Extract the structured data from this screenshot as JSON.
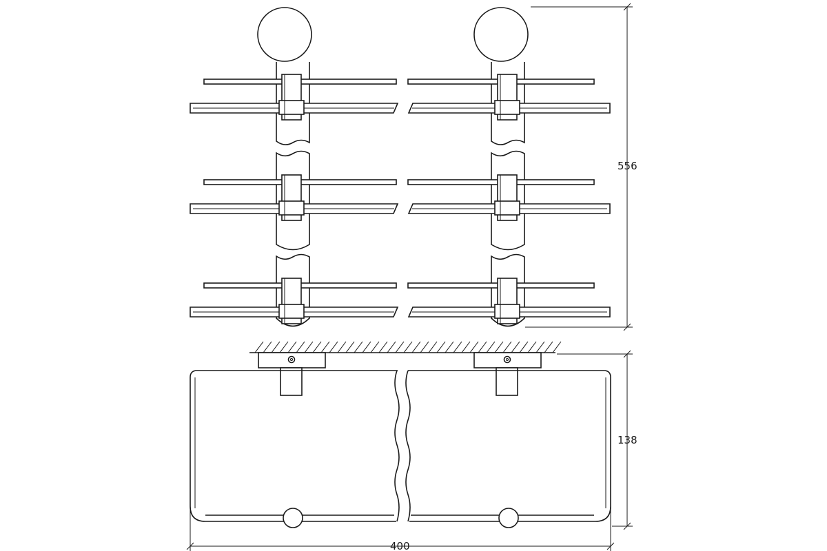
{
  "drawing": {
    "dimensions": {
      "height_total": "556",
      "height_front": "138",
      "width": "400"
    }
  }
}
